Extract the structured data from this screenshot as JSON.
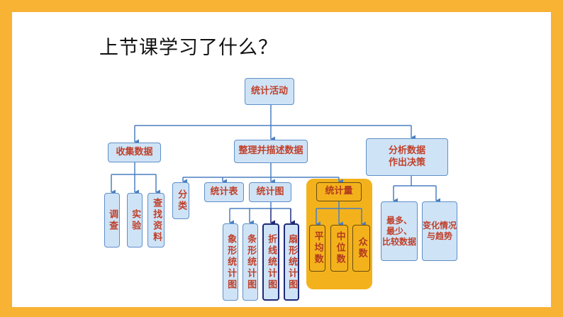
{
  "title": "上节课学习了什么？",
  "diagram": {
    "root": "统计活动",
    "collect": {
      "label": "收集数据",
      "children": [
        "调查",
        "实验",
        "查找资料"
      ]
    },
    "organize": {
      "label": "整理并描述数据",
      "classify": "分类",
      "table": "统计表",
      "chart": {
        "label": "统计图",
        "children": [
          "象形统计图",
          "条形统计图",
          "折线统计图",
          "扇形统计图"
        ]
      },
      "measure": {
        "label": "统计量",
        "children": [
          "平均数",
          "中位数",
          "众数"
        ]
      }
    },
    "analyze": {
      "label": "分析数据作出决策",
      "line1": "分析数据",
      "line2": "作出决策",
      "children": [
        "最多、最少、比较数据",
        "变化情况与趋势"
      ],
      "c0_line1": "最多、",
      "c0_line2": "最少、",
      "c0_line3": "比较数据",
      "c1_line1": "变化情况",
      "c1_line2": "与趋势"
    }
  },
  "colors": {
    "frame": "#F8B234",
    "box_fill": "#CFE3F6",
    "box_border": "#5E8FC8",
    "text": "#C0402A",
    "connector": "#4A7FC1",
    "highlight": "#F3B21C"
  }
}
